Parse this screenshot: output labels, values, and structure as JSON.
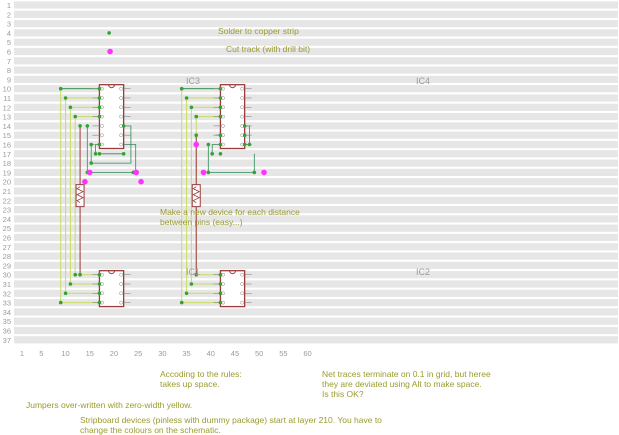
{
  "row_labels": [
    "1",
    "2",
    "3",
    "4",
    "5",
    "6",
    "7",
    "8",
    "9",
    "10",
    "11",
    "12",
    "13",
    "14",
    "15",
    "16",
    "17",
    "18",
    "19",
    "20",
    "21",
    "22",
    "23",
    "24",
    "25",
    "26",
    "27",
    "28",
    "29",
    "30",
    "31",
    "32",
    "33",
    "34",
    "35",
    "36",
    "37"
  ],
  "col_labels": [
    "1",
    "5",
    "10",
    "15",
    "20",
    "25",
    "30",
    "35",
    "40",
    "45",
    "50",
    "55",
    "60"
  ],
  "legend": {
    "solder_label": "Solder to copper strip",
    "cut_label": "Cut track (with drill bit)"
  },
  "chips": {
    "ic3": "IC3",
    "ic4": "IC4",
    "ic1": "IC1",
    "ic2": "IC2"
  },
  "annotations": {
    "new_device": "Make a new device for each distance\nbetween pins (easy...)",
    "rules": "Accoding to the rules:\ntakes up space.",
    "net_traces": "Net traces terminate on 0.1 in grid, but heree\nthey are deviated using Alt to make space.\nIs this OK?",
    "jumpers": "Jumpers over-written with zero-width yellow.",
    "stripboard": "Stripboard devices (pinless with dummy package) start at layer 210. You have to\nchange the colours on the schematic."
  },
  "colors": {
    "strip": "#e6e6e6",
    "solder": "#33a233",
    "cut": "#ff33ff",
    "chip": "#9b3a3a",
    "wire": "#2e8b57",
    "jumper": "#c8dc64",
    "label": "#9b9b2e"
  }
}
